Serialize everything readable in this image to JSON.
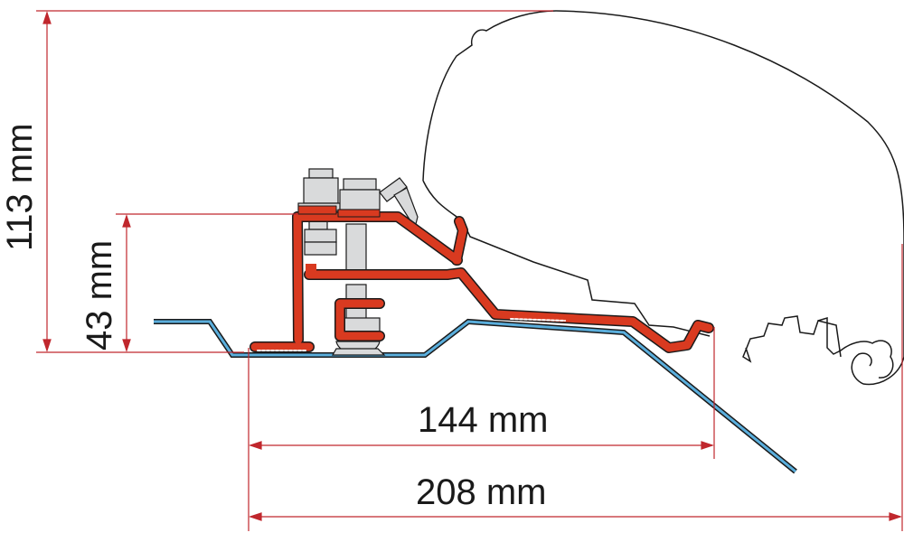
{
  "dimensions": {
    "total_height": "113 mm",
    "bracket_height": "43 mm",
    "bracket_width": "144 mm",
    "total_width": "208 mm"
  },
  "colors": {
    "bracket": "#d93a20",
    "roof": "#5aaedc",
    "bolt": "#d9dadb",
    "dimension_line": "#c0272d",
    "outline": "#1a1a1a"
  }
}
